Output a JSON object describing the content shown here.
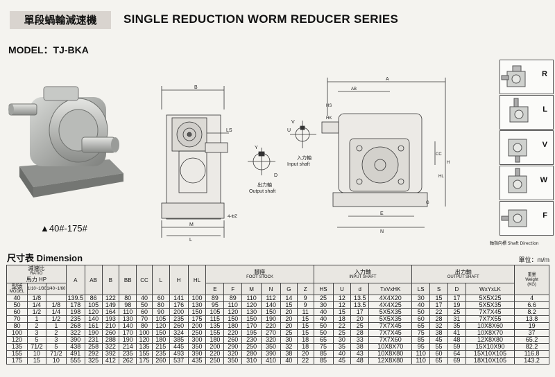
{
  "header": {
    "title_cn": "單段蝸輪減速機",
    "title_en": "SINGLE REDUCTION WORM REDUCER SERIES"
  },
  "model_label": "MODEL：TJ-BKA",
  "product_caption": "▲40#-175#",
  "drawing_labels": {
    "front": {
      "b": "B",
      "ls": "LS",
      "m": "M",
      "l": "L",
      "az": "4-ΦZ"
    },
    "output": {
      "y": "Y",
      "d": "D",
      "caption_cn": "出力軸",
      "caption_en": "Output shaft"
    },
    "input": {
      "v": "V",
      "u": "U",
      "caption_cn": "入力軸",
      "caption_en": "Input shaft"
    },
    "side": {
      "a": "A",
      "ab": "AB",
      "hs": "HS",
      "hk": "HK",
      "cc": "CC",
      "h": "H",
      "hl": "HL",
      "g": "G",
      "e": "E",
      "n": "N"
    }
  },
  "mounting": {
    "letters": [
      "R",
      "L",
      "V",
      "W",
      "F"
    ],
    "caption": "軸指向標  Shaft Direction"
  },
  "dimension": {
    "title": "尺寸表  Dimension",
    "unit": "單位：m/m"
  },
  "table": {
    "ratio_label": "減速比",
    "ratio_en": "RATIO",
    "hp_label": "馬力",
    "hp_en": "HP",
    "model_label": "型號",
    "model_en": "MODEL",
    "ratio_cols": [
      "1/10~1/30",
      "1/40~1/60"
    ],
    "cols_main": [
      "A",
      "AB",
      "B",
      "BB",
      "CC",
      "L",
      "H",
      "HL"
    ],
    "foot_label": "腳座",
    "foot_en": "FOOT STOCK",
    "foot_cols": [
      "E",
      "F",
      "M",
      "N",
      "G",
      "Z"
    ],
    "input_label": "入力軸",
    "input_en": "INPUT SHAFT",
    "input_cols": [
      "HS",
      "U",
      "d",
      "TxVxHK"
    ],
    "output_label": "出力軸",
    "output_en": "OUTPUT SHAFT",
    "output_cols": [
      "LS",
      "S",
      "D",
      "WxYxLK"
    ],
    "weight_label": "重量",
    "weight_en": "Weight",
    "weight_unit": "(KG)",
    "rows": [
      [
        "40",
        "1/8",
        "",
        "139.5",
        "86",
        "122",
        "80",
        "40",
        "60",
        "141",
        "100",
        "89",
        "89",
        "110",
        "112",
        "14",
        "9",
        "25",
        "12",
        "13.5",
        "4X4X20",
        "30",
        "15",
        "17",
        "5X5X25",
        "4"
      ],
      [
        "50",
        "1/4",
        "1/8",
        "178",
        "105",
        "149",
        "98",
        "50",
        "80",
        "176",
        "130",
        "95",
        "110",
        "120",
        "140",
        "15",
        "9",
        "30",
        "12",
        "13.5",
        "4X4X25",
        "40",
        "17",
        "19",
        "5X5X35",
        "6.6"
      ],
      [
        "60",
        "1/2",
        "1/4",
        "198",
        "120",
        "164",
        "110",
        "60",
        "90",
        "200",
        "150",
        "105",
        "120",
        "130",
        "150",
        "20",
        "11",
        "40",
        "15",
        "17",
        "5X5X35",
        "50",
        "22",
        "25",
        "7X7X45",
        "8.2"
      ],
      [
        "70",
        "1",
        "1/2",
        "235",
        "140",
        "193",
        "130",
        "70",
        "105",
        "235",
        "175",
        "115",
        "150",
        "150",
        "190",
        "20",
        "15",
        "40",
        "18",
        "20",
        "5X5X35",
        "60",
        "28",
        "31",
        "7X7X55",
        "13.8"
      ],
      [
        "80",
        "2",
        "1",
        "268",
        "161",
        "210",
        "140",
        "80",
        "120",
        "260",
        "200",
        "135",
        "180",
        "170",
        "220",
        "20",
        "15",
        "50",
        "22",
        "25",
        "7X7X45",
        "65",
        "32",
        "35",
        "10X8X60",
        "19"
      ],
      [
        "100",
        "3",
        "2",
        "322",
        "190",
        "260",
        "170",
        "100",
        "150",
        "324",
        "250",
        "155",
        "220",
        "195",
        "270",
        "25",
        "15",
        "50",
        "25",
        "28",
        "7X7X45",
        "75",
        "38",
        "41",
        "10X8X70",
        "37"
      ],
      [
        "120",
        "5",
        "3",
        "390",
        "231",
        "288",
        "190",
        "120",
        "180",
        "385",
        "300",
        "180",
        "260",
        "230",
        "320",
        "30",
        "18",
        "65",
        "30",
        "33",
        "7X7X60",
        "85",
        "45",
        "48",
        "12X8X80",
        "65.2"
      ],
      [
        "135",
        "71/2",
        "5",
        "438",
        "258",
        "322",
        "214",
        "135",
        "215",
        "445",
        "350",
        "200",
        "290",
        "250",
        "350",
        "32",
        "18",
        "75",
        "35",
        "38",
        "10X8X70",
        "95",
        "55",
        "59",
        "15X10X90",
        "82.2"
      ],
      [
        "155",
        "10",
        "71/2",
        "491",
        "292",
        "392",
        "235",
        "155",
        "235",
        "493",
        "390",
        "220",
        "320",
        "280",
        "390",
        "38",
        "20",
        "85",
        "40",
        "43",
        "10X8X80",
        "110",
        "60",
        "64",
        "15X10X105",
        "116.8"
      ],
      [
        "175",
        "15",
        "10",
        "555",
        "325",
        "412",
        "262",
        "175",
        "260",
        "537",
        "435",
        "250",
        "350",
        "310",
        "410",
        "40",
        "22",
        "85",
        "45",
        "48",
        "12X8X80",
        "110",
        "65",
        "69",
        "18X10X105",
        "143.2"
      ]
    ]
  }
}
